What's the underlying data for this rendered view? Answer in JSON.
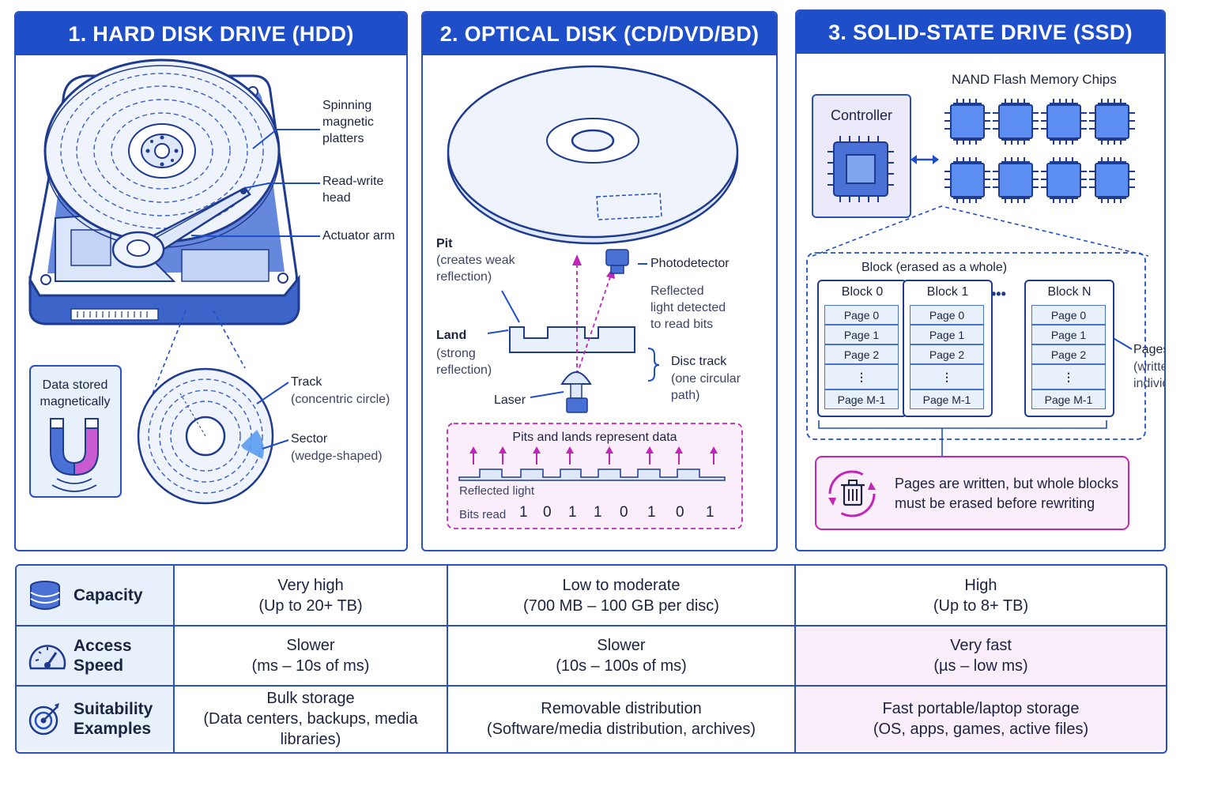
{
  "panels": [
    {
      "title": "1. HARD DISK DRIVE (HDD)"
    },
    {
      "title": "2. OPTICAL DISK (CD/DVD/BD)"
    },
    {
      "title": "3. SOLID-STATE DRIVE (SSD)"
    }
  ],
  "hdd": {
    "platters": "Spinning\nmagnetic\nplatters",
    "head": "Read-write\nhead",
    "arm": "Actuator arm",
    "magnet_label": "Data stored\nmagnetically",
    "track_title": "Track",
    "track_desc": "(concentric circle)",
    "sector_title": "Sector",
    "sector_desc": "(wedge-shaped)"
  },
  "optical": {
    "pit_title": "Pit",
    "pit_desc": "(creates weak\nreflection)",
    "land_title": "Land",
    "land_desc": "(strong\nreflection)",
    "laser": "Laser",
    "photodetector": "Photodetector",
    "reflected": "Reflected\nlight detected\nto read bits",
    "track_title": "Disc track",
    "track_desc": "(one circular\npath)",
    "box_title": "Pits and lands represent data",
    "reflected_light": "Reflected light",
    "bits_label": "Bits read",
    "bits": [
      "1",
      "0",
      "1",
      "1",
      "0",
      "1",
      "0",
      "1"
    ]
  },
  "ssd": {
    "chips_title": "NAND Flash Memory Chips",
    "controller": "Controller",
    "block_caption": "Block (erased as a whole)",
    "blocks": [
      {
        "name": "Block 0",
        "pages": [
          "Page 0",
          "Page 1",
          "Page 2",
          "⋮",
          "Page M-1"
        ]
      },
      {
        "name": "Block 1",
        "pages": [
          "Page 0",
          "Page 1",
          "Page 2",
          "⋮",
          "Page M-1"
        ]
      },
      {
        "name": "Block N",
        "pages": [
          "Page 0",
          "Page 1",
          "Page 2",
          "⋮",
          "Page M-1"
        ]
      }
    ],
    "ellipsis": "•••",
    "pages_title": "Pages",
    "pages_desc": "(written\nindividually)",
    "note": "Pages are written, but whole blocks\nmust be erased before rewriting"
  },
  "table": {
    "rows": [
      {
        "label": "Capacity",
        "icon": "database-icon",
        "cells": [
          {
            "main": "Very high",
            "sub": "(Up to 20+ TB)"
          },
          {
            "main": "Low to moderate",
            "sub": "(700 MB – 100 GB per disc)"
          },
          {
            "main": "High",
            "sub": "(Up to 8+ TB)"
          }
        ]
      },
      {
        "label": "Access Speed",
        "icon": "speedometer-icon",
        "cells": [
          {
            "main": "Slower",
            "sub": "(ms – 10s of ms)"
          },
          {
            "main": "Slower",
            "sub": "(10s – 100s of ms)"
          },
          {
            "main": "Very fast",
            "sub": "(µs – low ms)"
          }
        ]
      },
      {
        "label": "Suitability\nExamples",
        "icon": "target-icon",
        "cells": [
          {
            "main": "Bulk storage",
            "sub": "(Data centers, backups, media libraries)"
          },
          {
            "main": "Removable distribution",
            "sub": "(Software/media distribution, archives)"
          },
          {
            "main": "Fast portable/laptop storage",
            "sub": "(OS, apps, games, active files)"
          }
        ]
      }
    ]
  },
  "colors": {
    "accent": "#1f4ec9",
    "light": "#e7f0fb",
    "magenta": "#c026b8",
    "pink": "#fbeefb"
  }
}
